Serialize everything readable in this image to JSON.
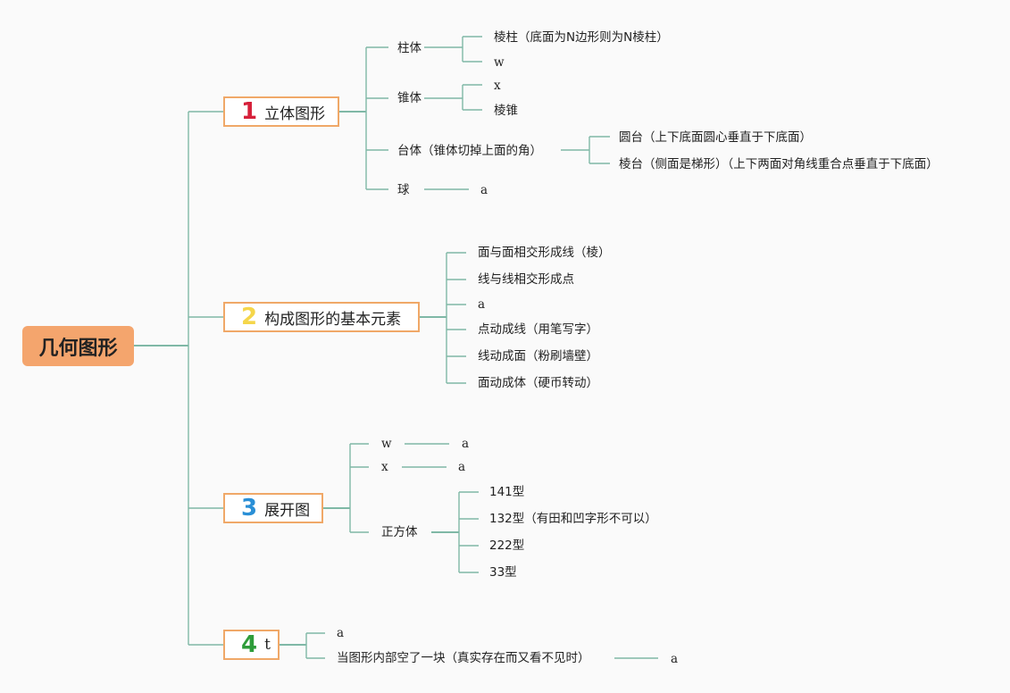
{
  "root": {
    "label": "几何图形"
  },
  "colors": {
    "line": "#7fb8a6",
    "root_bg": "#f4a56d",
    "branch_border": "#f0a868",
    "num1": "#d6203a",
    "num2": "#f5d64a",
    "num3": "#2a8fd6",
    "num4": "#2e9c3a"
  },
  "branches": [
    {
      "num": "1",
      "label": "立体图形",
      "children": [
        {
          "label": "柱体",
          "children": [
            {
              "label": "棱柱（底面为N边形则为N棱柱）"
            },
            {
              "label": "w"
            }
          ]
        },
        {
          "label": "锥体",
          "children": [
            {
              "label": "x"
            },
            {
              "label": "棱锥"
            }
          ]
        },
        {
          "label": "台体（锥体切掉上面的角）",
          "children": [
            {
              "label": "圆台（上下底面圆心垂直于下底面）"
            },
            {
              "label": "棱台（侧面是梯形）（上下两面对角线重合点垂直于下底面）"
            }
          ]
        },
        {
          "label": "球",
          "children": [
            {
              "label": "a"
            }
          ]
        }
      ]
    },
    {
      "num": "2",
      "label": "构成图形的基本元素",
      "children": [
        {
          "label": "面与面相交形成线（棱）"
        },
        {
          "label": "线与线相交形成点"
        },
        {
          "label": "a"
        },
        {
          "label": "点动成线（用笔写字）"
        },
        {
          "label": "线动成面（粉刷墙壁）"
        },
        {
          "label": "面动成体（硬币转动）"
        }
      ]
    },
    {
      "num": "3",
      "label": "展开图",
      "children": [
        {
          "label": "w",
          "children": [
            {
              "label": "a"
            }
          ]
        },
        {
          "label": "x",
          "children": [
            {
              "label": "a"
            }
          ]
        },
        {
          "label": "正方体",
          "children": [
            {
              "label": "141型"
            },
            {
              "label": "132型（有田和凹字形不可以）"
            },
            {
              "label": "222型"
            },
            {
              "label": "33型"
            }
          ]
        }
      ]
    },
    {
      "num": "4",
      "label": "t",
      "children": [
        {
          "label": "a"
        },
        {
          "label": "当图形内部空了一块（真实存在而又看不见时）",
          "children": [
            {
              "label": "a"
            }
          ]
        }
      ]
    }
  ]
}
